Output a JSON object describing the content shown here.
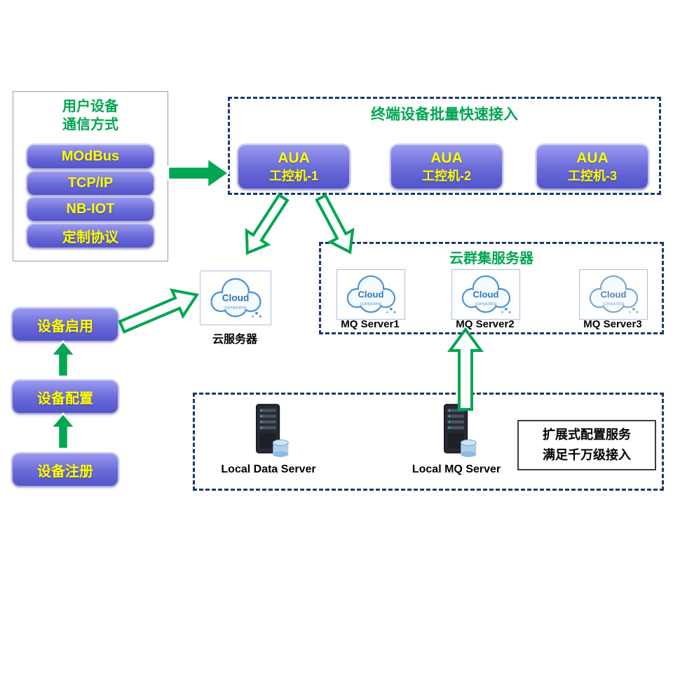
{
  "colors": {
    "accent_green": "#00A651",
    "node_purple": "#6565D6",
    "node_text_yellow": "#FFFF00",
    "dashed_border_navy": "#1B3A6B",
    "cloud_blue": "#2E75B6"
  },
  "protocol_panel": {
    "title_line1": "用户设备",
    "title_line2": "通信方式",
    "items": [
      "MOdBus",
      "TCP/IP",
      "NB-IOT",
      "定制协议"
    ]
  },
  "terminal_panel": {
    "title": "终端设备批量快速接入",
    "nodes": [
      {
        "line1": "AUA",
        "line2": "工控机-1"
      },
      {
        "line1": "AUA",
        "line2": "工控机-2"
      },
      {
        "line1": "AUA",
        "line2": "工控机-3"
      }
    ]
  },
  "cloud_graphic": {
    "text": "Cloud",
    "subtext": "computing"
  },
  "cloud_server": {
    "label": "云服务器"
  },
  "cluster_panel": {
    "title": "云群集服务器",
    "server_labels": [
      "MQ Server1",
      "MQ Server2",
      "MQ Server3"
    ]
  },
  "device_flow": {
    "steps": [
      "设备启用",
      "设备配置",
      "设备注册"
    ]
  },
  "local_panel": {
    "server_labels": [
      "Local Data Server",
      "Local MQ Server"
    ],
    "note_line1": "扩展式配置服务",
    "note_line2": "满足千万级接入"
  }
}
